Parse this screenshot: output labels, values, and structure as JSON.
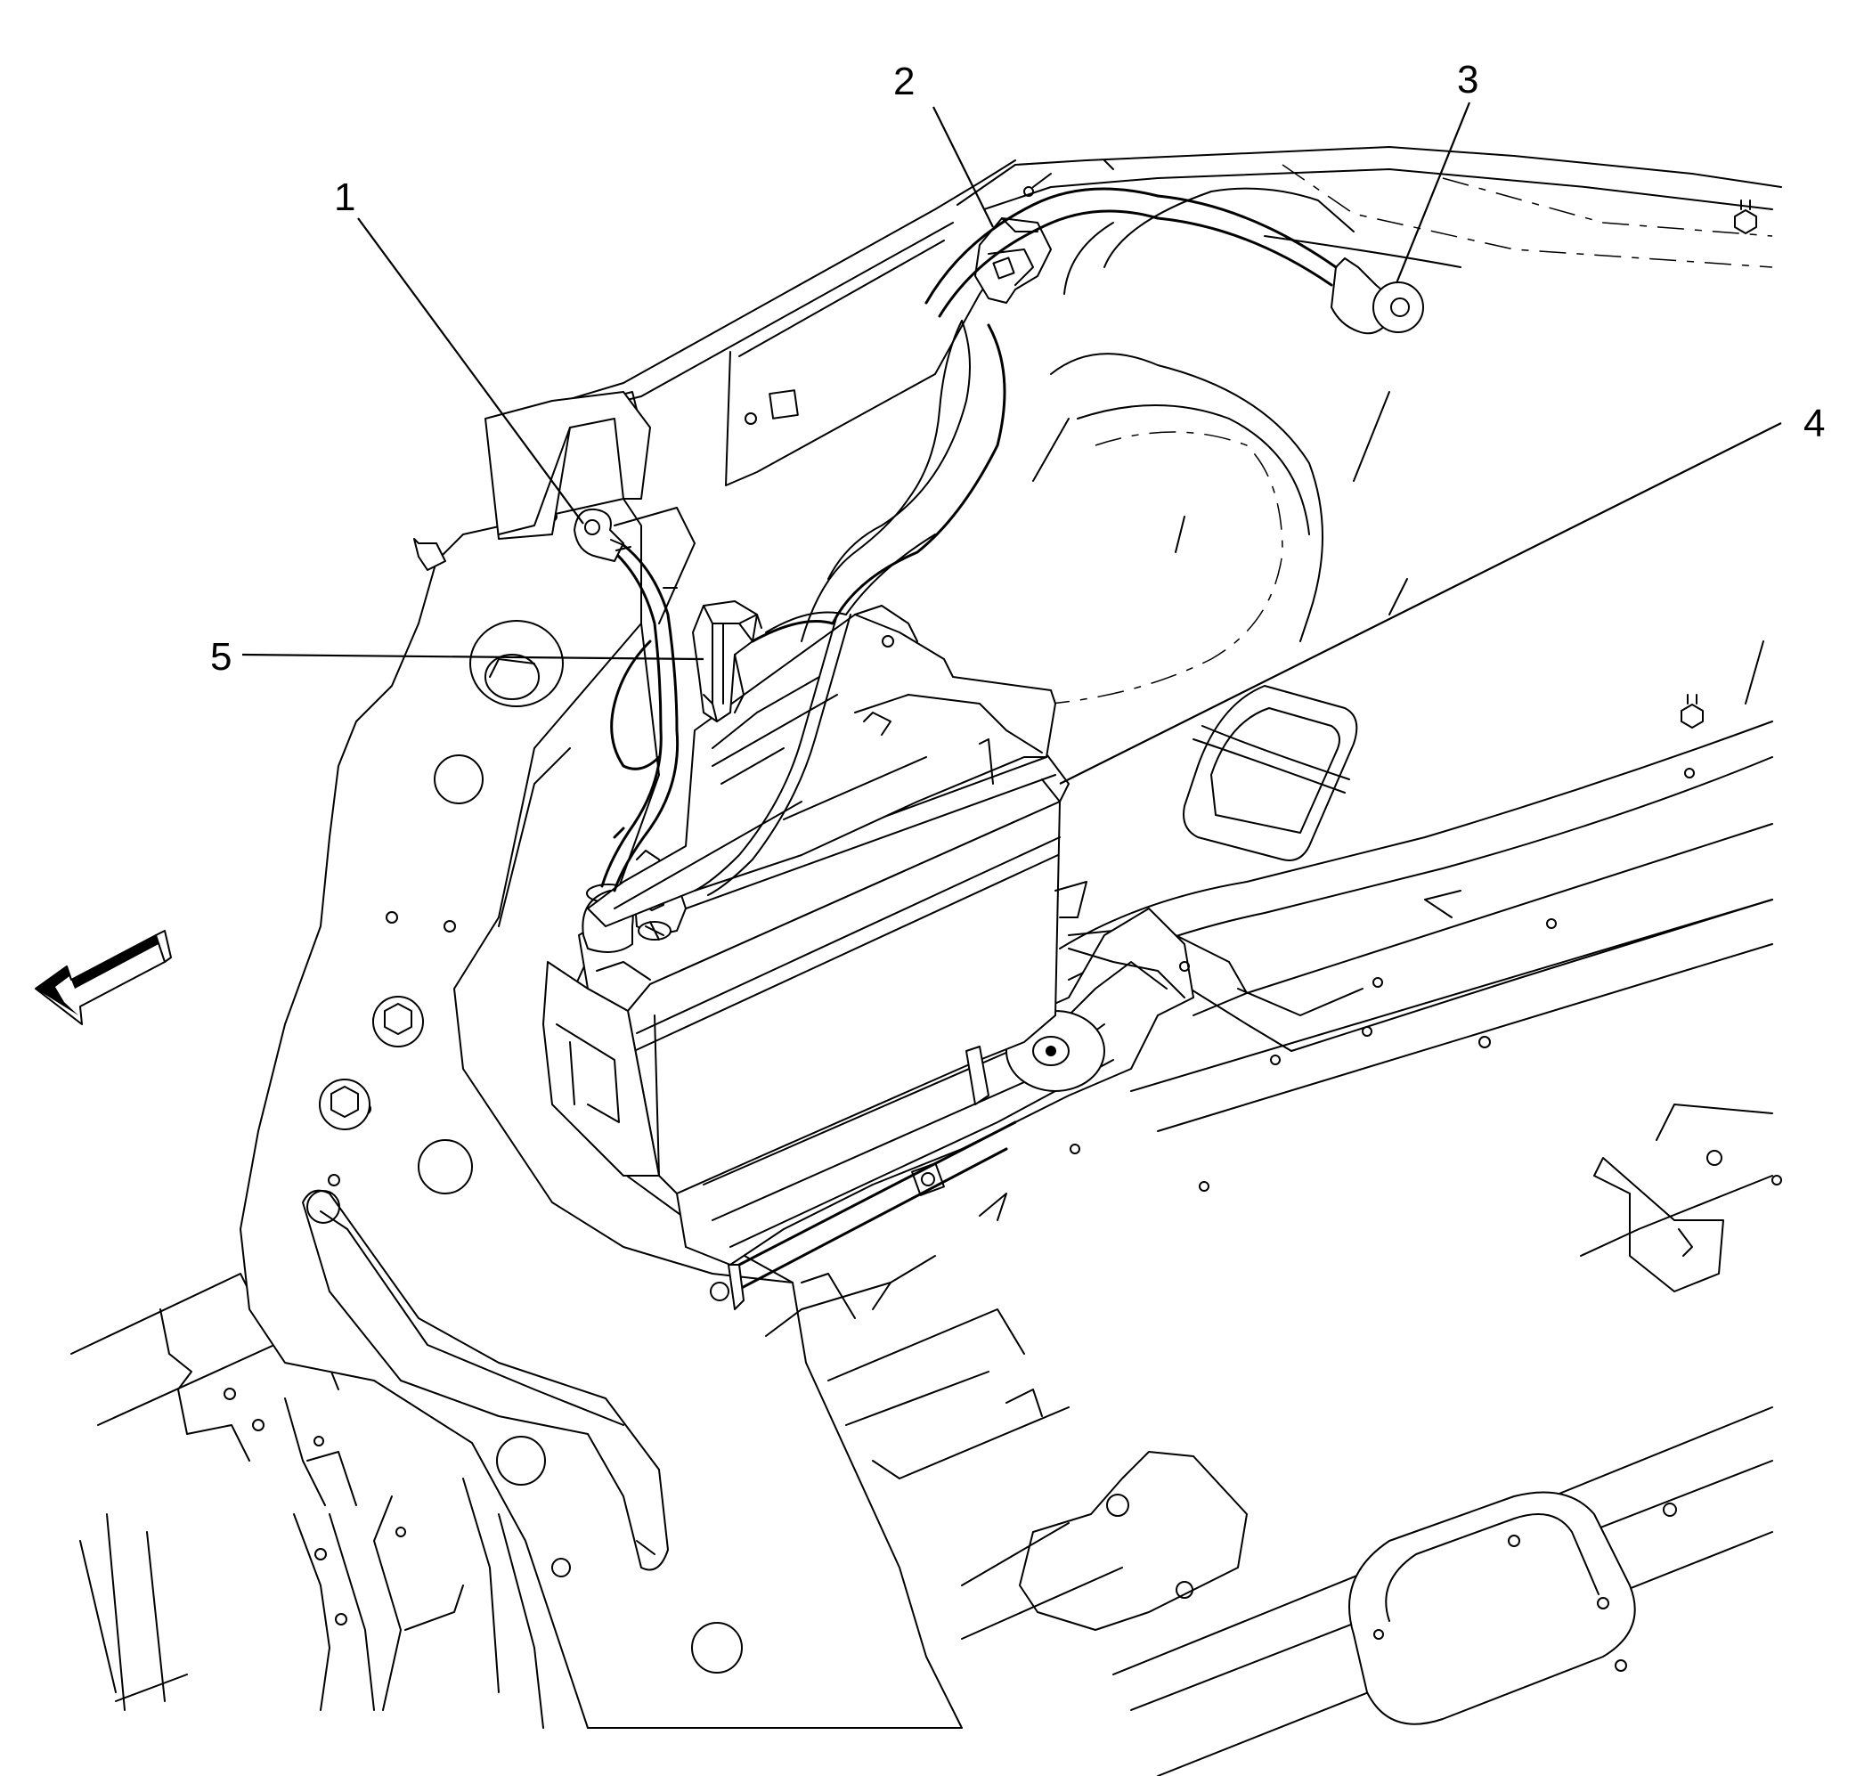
{
  "callouts": [
    {
      "id": "1",
      "label": "1"
    },
    {
      "id": "2",
      "label": "2"
    },
    {
      "id": "3",
      "label": "3"
    },
    {
      "id": "4",
      "label": "4"
    },
    {
      "id": "5",
      "label": "5"
    }
  ],
  "icons": {
    "direction_arrow": "front-direction-arrow-icon"
  }
}
